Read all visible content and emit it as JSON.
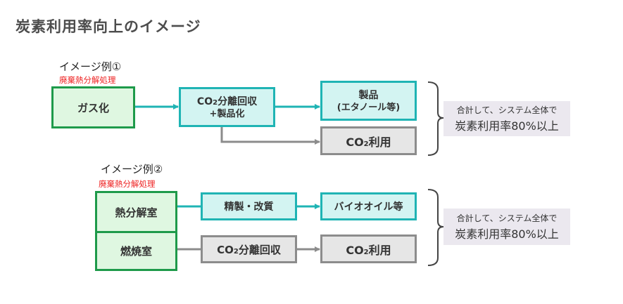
{
  "title": "炭素利用率向上のイメージ",
  "colors": {
    "process_border": "#1e9a4a",
    "process_fill": "#dff7e1",
    "product_border": "#1fb4b4",
    "product_fill": "#d3f4f2",
    "co2_border": "#8c8c8c",
    "co2_fill": "#e6e6e6",
    "summary_fill": "#ebe8ef",
    "sub_label": "#ee2222"
  },
  "example1": {
    "label": "イメージ例①",
    "sub_label": "廃棄熱分解処理",
    "process": "ガス化",
    "middle": {
      "line1_pre": "CO",
      "line1_sub": "2",
      "line1_post": "分離回収",
      "line2": "+製品化"
    },
    "product": {
      "line1": "製品",
      "line2": "(エタノール等)"
    },
    "co2_use": {
      "pre": "CO",
      "sub": "2",
      "post": "利用"
    },
    "summary": {
      "line1": "合計して、システム全体で",
      "line2": "炭素利用率80%以上"
    }
  },
  "example2": {
    "label": "イメージ例②",
    "sub_label": "廃棄熱分解処理",
    "process_top": "熱分解室",
    "process_bottom": "燃焼室",
    "refine": "精製・改質",
    "bio_oil": "バイオオイル等",
    "co2_capture": {
      "pre": "CO",
      "sub": "2",
      "post": "分離回収"
    },
    "co2_use": {
      "pre": "CO",
      "sub": "2",
      "post": "利用"
    },
    "summary": {
      "line1": "合計して、システム全体で",
      "line2": "炭素利用率80%以上"
    }
  }
}
